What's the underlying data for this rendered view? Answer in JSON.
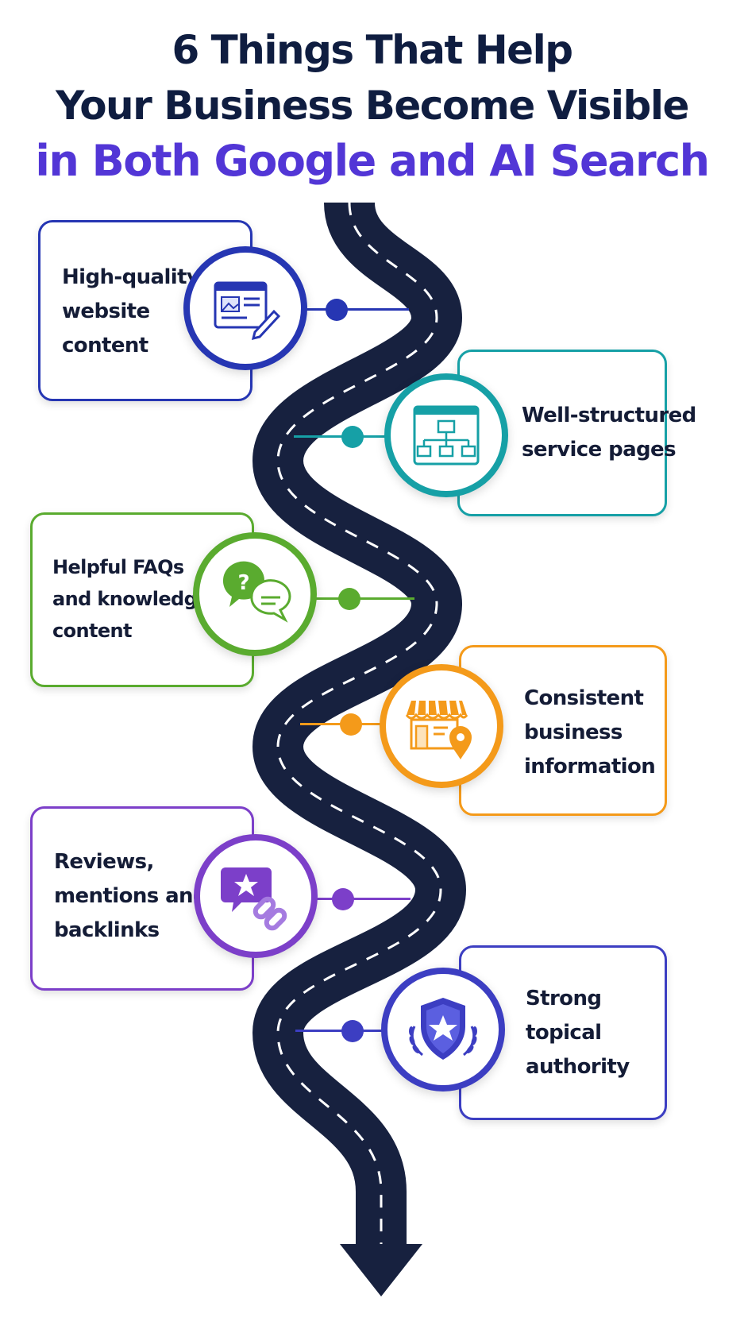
{
  "title": {
    "line1": "6 Things That Help",
    "line2": "Your Business Become Visible",
    "line3": "in Both Google and AI Search"
  },
  "colors": {
    "title_dark": "#0f1d40",
    "title_accent": "#5236d6",
    "road": "#17213f",
    "road_dash": "#ffffff"
  },
  "steps": [
    {
      "label": "High-quality\nwebsite\ncontent",
      "icon": "webpage-edit-icon",
      "color": "#2636b3"
    },
    {
      "label": "Well-structured\nservice pages",
      "icon": "sitemap-icon",
      "color": "#16a0a6"
    },
    {
      "label": "Helpful FAQs\nand knowledge\ncontent",
      "icon": "faq-chat-icon",
      "color": "#5aab2f"
    },
    {
      "label": "Consistent\nbusiness\ninformation",
      "icon": "storefront-location-icon",
      "color": "#f49a1a"
    },
    {
      "label": "Reviews,\nmentions and\nbacklinks",
      "icon": "review-link-icon",
      "color": "#7c3fc9"
    },
    {
      "label": "Strong\ntopical\nauthority",
      "icon": "authority-shield-icon",
      "color": "#3c3ec2"
    }
  ]
}
